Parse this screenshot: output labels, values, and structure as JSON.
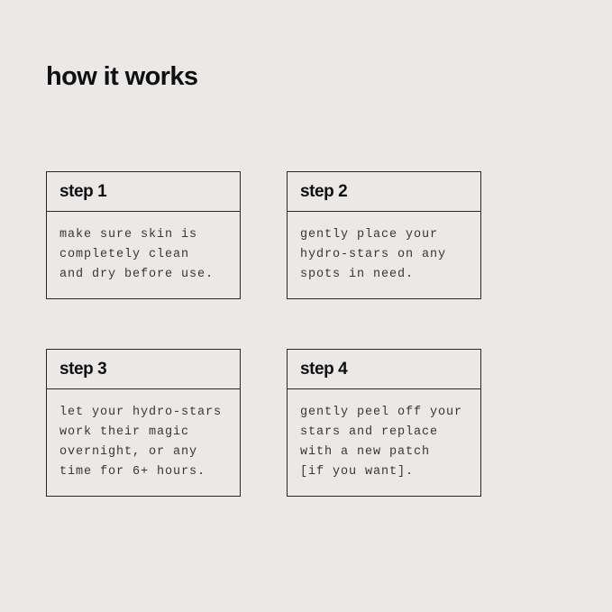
{
  "page": {
    "title": "how it works",
    "background_color": "#ebe8e8",
    "border_color": "#2b2727",
    "title_color": "#111010",
    "body_text_color": "#3a3636"
  },
  "steps": [
    {
      "header": "step 1",
      "lines": [
        "make sure skin is",
        "completely clean",
        "and dry before use."
      ]
    },
    {
      "header": "step 2",
      "lines": [
        "gently place your",
        "hydro-stars on any",
        "spots in need."
      ]
    },
    {
      "header": "step 3",
      "lines": [
        "let your hydro-stars",
        "work their magic",
        "overnight, or any",
        "time for 6+ hours."
      ]
    },
    {
      "header": "step 4",
      "lines": [
        "gently peel off your",
        "stars and replace",
        "with a new patch",
        "[if you want]."
      ]
    }
  ]
}
